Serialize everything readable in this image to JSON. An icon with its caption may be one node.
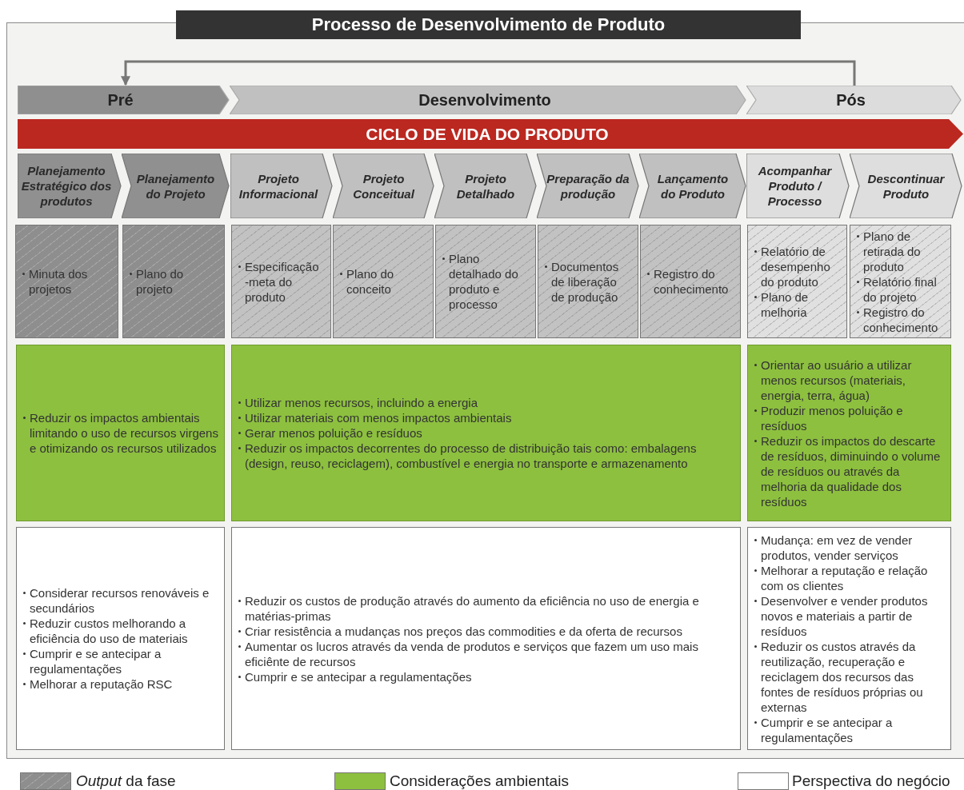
{
  "diagram": {
    "title": "Processo de Desenvolvimento de Produto",
    "nodes": [
      {
        "text": [
          "Pré"
        ]
      },
      {
        "text": [
          "Desenvolvimento"
        ]
      },
      {
        "text": [
          "Pós"
        ]
      },
      {
        "text": [
          "CICLO DE VIDA DO PRODUTO"
        ]
      },
      {
        "text": [
          "Planejamento Estratégico dos produtos"
        ]
      },
      {
        "text": [
          "Planejamento do Projeto"
        ]
      },
      {
        "text": [
          "Projeto Informacional"
        ]
      },
      {
        "text": [
          "Projeto Conceitual"
        ]
      },
      {
        "text": [
          "Projeto Detalhado"
        ]
      },
      {
        "text": [
          "Preparação da produção"
        ]
      },
      {
        "text": [
          "Lançamento do Produto"
        ]
      },
      {
        "text": [
          "Acompanhar Produto / Processo"
        ]
      },
      {
        "text": [
          "Descontinuar Produto"
        ]
      },
      {
        "text": [
          "Minuta dos projetos"
        ]
      },
      {
        "text": [
          "Plano do projeto"
        ]
      },
      {
        "text": [
          "Especificação -meta do produto"
        ]
      },
      {
        "text": [
          "Plano do conceito"
        ]
      },
      {
        "text": [
          "Plano detalhado do produto e processo"
        ]
      },
      {
        "text": [
          "Documentos de liberação de produção"
        ]
      },
      {
        "text": [
          "Registro do conhecimento"
        ]
      },
      {
        "text": [
          "Relatório de desempenho do produto",
          "Plano de melhoria"
        ]
      },
      {
        "text": [
          "Plano de retirada do produto",
          "Relatório final do projeto",
          "Registro do conhecimento"
        ]
      },
      {
        "text": [
          "Reduzir os impactos ambientais limitando o uso de recursos virgens e otimizando os recursos utilizados"
        ]
      },
      {
        "text": [
          "Utilizar menos recursos, incluindo a energia",
          "Utilizar materiais com menos impactos ambientais",
          "Gerar menos poluição e resíduos",
          "Reduzir os impactos decorrentes do processo de distribuição tais como: embalagens (design, reuso, reciclagem), combustível e energia no transporte e armazenamento"
        ]
      },
      {
        "text": [
          "Orientar ao usuário a utilizar menos recursos (materiais, energia, terra, água)",
          "Produzir menos poluição e resíduos",
          "Reduzir os impactos do descarte de resíduos, diminuindo  o volume de resíduos ou através da melhoria da qualidade dos resíduos"
        ]
      },
      {
        "text": [
          "Considerar recursos renováveis e secundários",
          "Reduzir custos melhorando a eficiência do uso de materiais",
          "Cumprir e se antecipar a regulamentações",
          "Melhorar a reputação RSC"
        ]
      },
      {
        "text": [
          "Reduzir os custos de produção através do aumento da eficiência no uso de energia e matérias-primas",
          "Criar resistência a mudanças nos preços das commodities e da oferta de recursos",
          "Aumentar os lucros através da venda de produtos e serviços que fazem um uso mais eficiênte de recursos",
          "Cumprir e se antecipar a regulamentações"
        ]
      },
      {
        "text": [
          "Mudança: em vez de vender produtos, vender serviços",
          "Melhorar a reputação e relação com os clientes",
          "Desenvolver e vender produtos novos e materiais a partir de resíduos",
          "Reduzir os custos através da reutilização, recuperação e reciclagem dos recursos das fontes de resíduos próprias ou externas",
          "Cumprir e se antecipar a regulamentações"
        ]
      }
    ],
    "edges": [
      {
        "from": 2,
        "to": 0,
        "arrow": "to"
      }
    ],
    "legend": [
      {
        "text": "*Output* da fase"
      },
      {
        "text": "Considerações ambientais",
        "color": "#8dc03f"
      },
      {
        "text": "Perspectiva do negócio",
        "color": "#ffffff"
      }
    ]
  }
}
